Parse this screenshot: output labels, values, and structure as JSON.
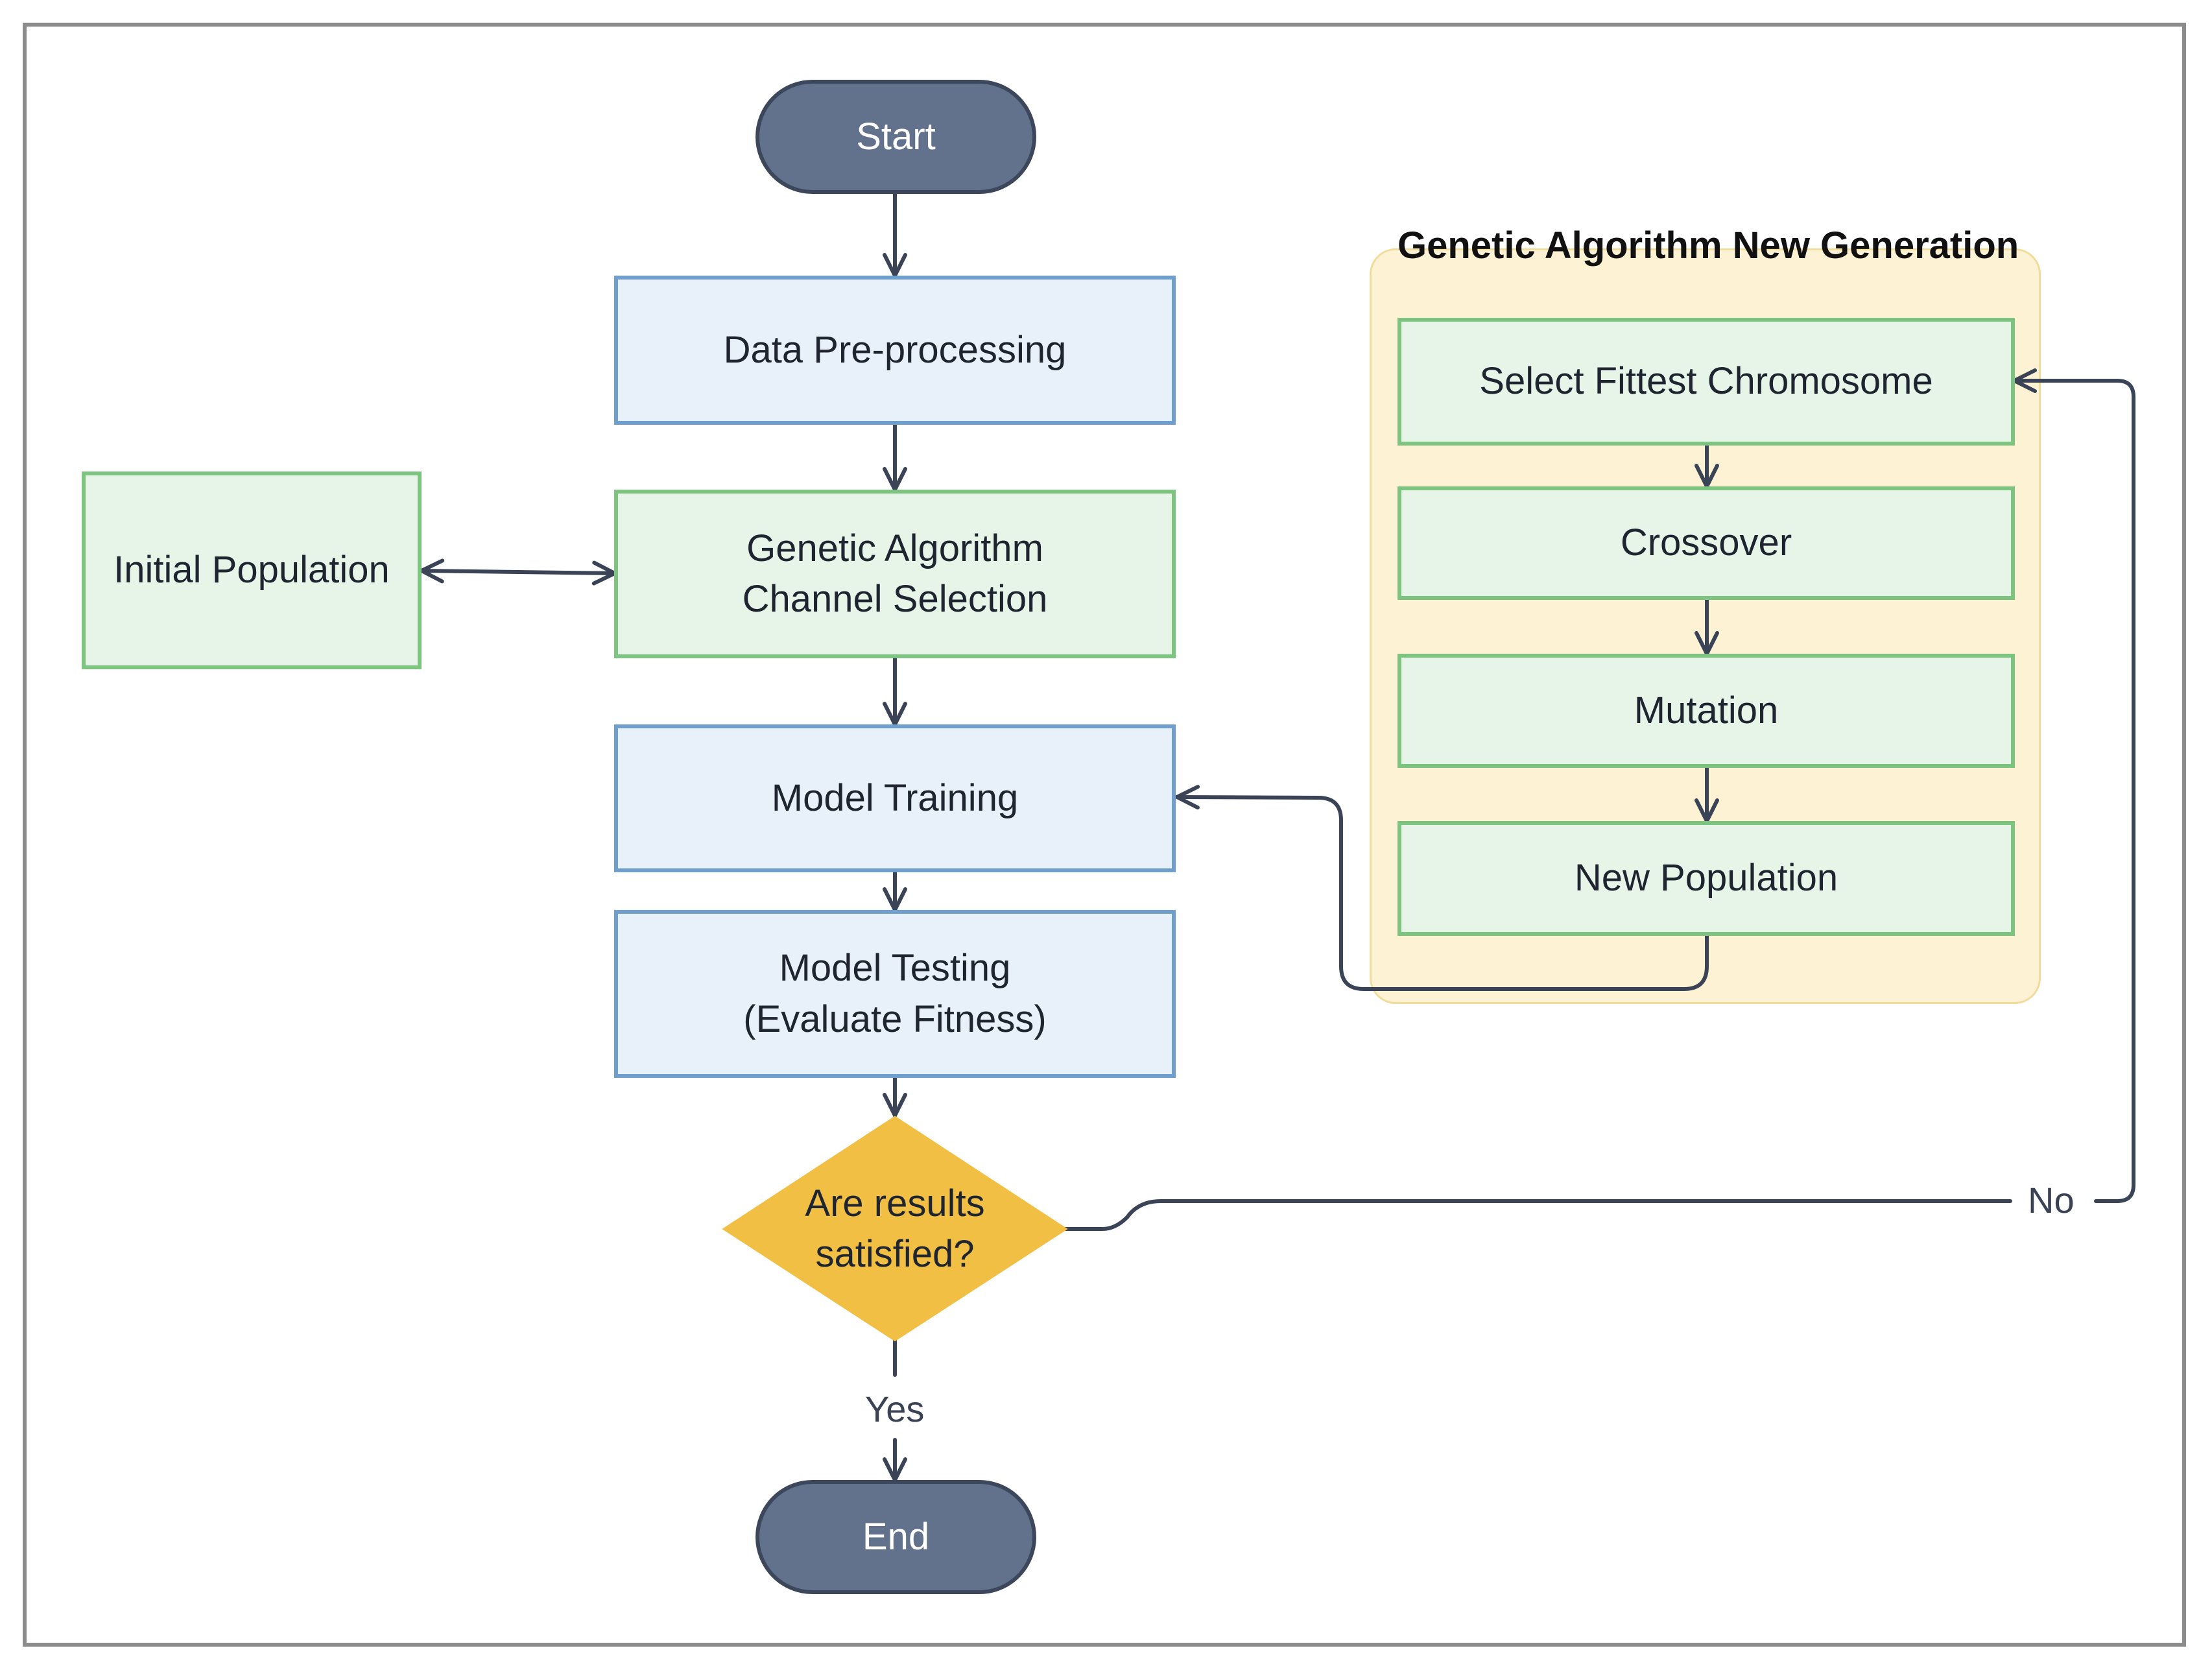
{
  "nodes": {
    "start": "Start",
    "data_preprocessing": "Data Pre-processing",
    "initial_population": "Initial Population",
    "ga_channel_selection": "Genetic Algorithm\nChannel Selection",
    "model_training": "Model Training",
    "model_testing": "Model Testing\n(Evaluate Fitness)",
    "decision": "Are results\nsatisfied?",
    "end": "End"
  },
  "group": {
    "title": "Genetic Algorithm New Generation",
    "steps": {
      "select": "Select Fittest Chromosome",
      "crossover": "Crossover",
      "mutation": "Mutation",
      "new_population": "New Population"
    }
  },
  "edge_labels": {
    "no": "No",
    "yes": "Yes"
  },
  "colors": {
    "process_fill": "#e8f1fa",
    "process_border": "#6f9fcf",
    "ga_fill": "#e6f5e8",
    "ga_border": "#7cc47f",
    "terminal_fill": "#62718c",
    "decision_fill": "#f2bf45",
    "group_fill": "#fdf3d4",
    "connector": "#3b4456"
  }
}
